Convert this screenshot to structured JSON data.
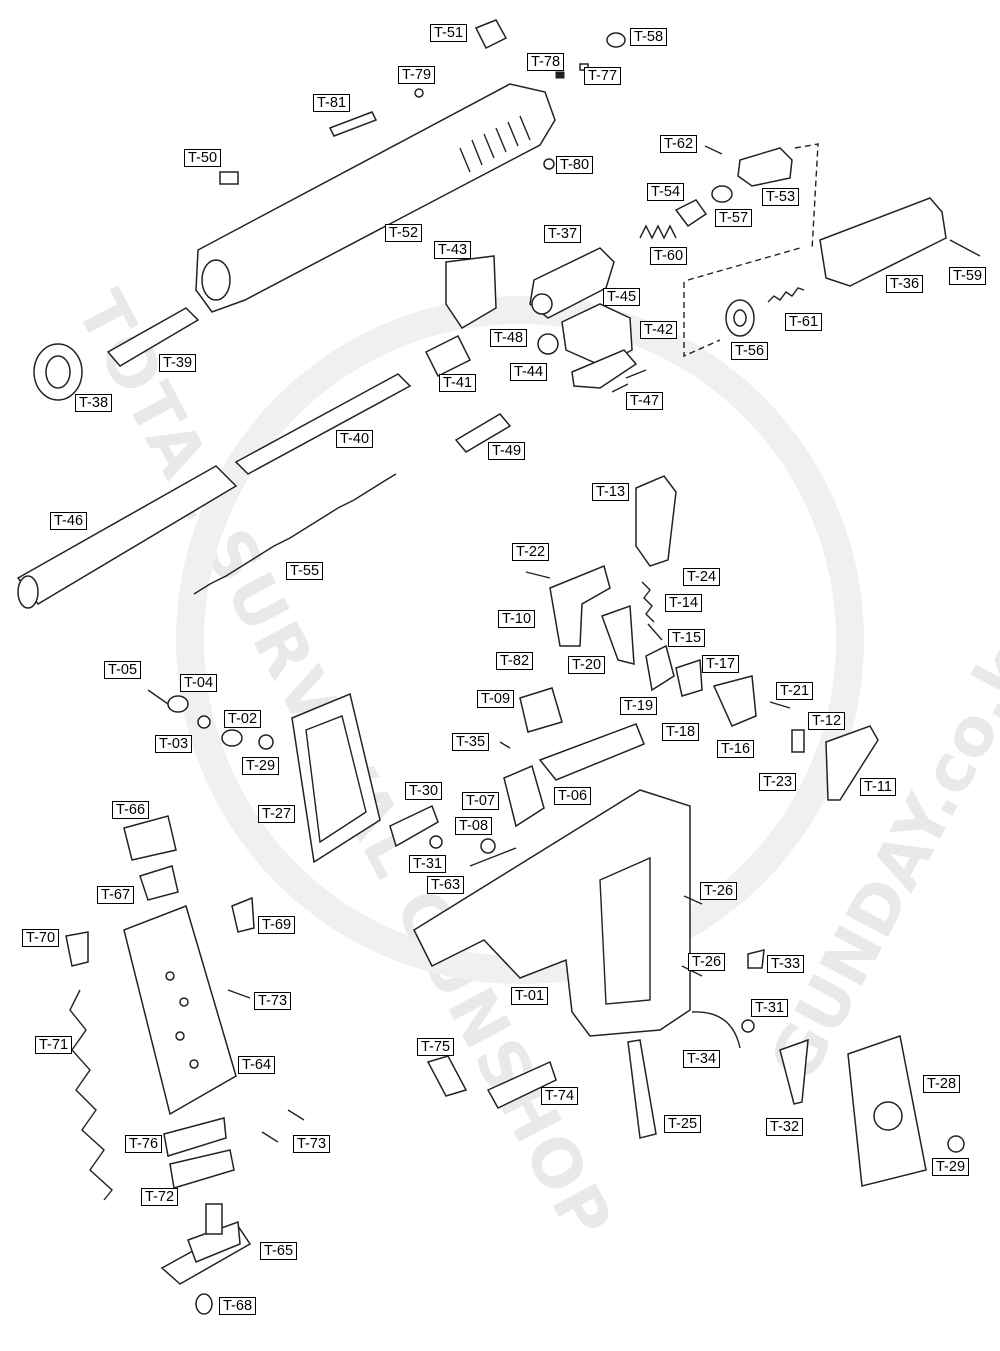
{
  "watermark": {
    "left_text": "TOTAL SURVIVAL GUNSHOP",
    "right_text": "GUNDAY.co.kr"
  },
  "parts": [
    {
      "id": "T-51",
      "label": "T-51"
    },
    {
      "id": "T-58",
      "label": "T-58"
    },
    {
      "id": "T-78",
      "label": "T-78"
    },
    {
      "id": "T-77",
      "label": "T-77"
    },
    {
      "id": "T-79",
      "label": "T-79"
    },
    {
      "id": "T-81",
      "label": "T-81"
    },
    {
      "id": "T-50",
      "label": "T-50"
    },
    {
      "id": "T-80",
      "label": "T-80"
    },
    {
      "id": "T-62",
      "label": "T-62"
    },
    {
      "id": "T-54",
      "label": "T-54"
    },
    {
      "id": "T-53",
      "label": "T-53"
    },
    {
      "id": "T-57",
      "label": "T-57"
    },
    {
      "id": "T-52",
      "label": "T-52"
    },
    {
      "id": "T-43",
      "label": "T-43"
    },
    {
      "id": "T-37",
      "label": "T-37"
    },
    {
      "id": "T-60",
      "label": "T-60"
    },
    {
      "id": "T-36",
      "label": "T-36"
    },
    {
      "id": "T-59",
      "label": "T-59"
    },
    {
      "id": "T-45",
      "label": "T-45"
    },
    {
      "id": "T-42",
      "label": "T-42"
    },
    {
      "id": "T-48",
      "label": "T-48"
    },
    {
      "id": "T-61",
      "label": "T-61"
    },
    {
      "id": "T-56",
      "label": "T-56"
    },
    {
      "id": "T-44",
      "label": "T-44"
    },
    {
      "id": "T-39",
      "label": "T-39"
    },
    {
      "id": "T-41",
      "label": "T-41"
    },
    {
      "id": "T-47",
      "label": "T-47"
    },
    {
      "id": "T-38",
      "label": "T-38"
    },
    {
      "id": "T-40",
      "label": "T-40"
    },
    {
      "id": "T-49",
      "label": "T-49"
    },
    {
      "id": "T-46",
      "label": "T-46"
    },
    {
      "id": "T-13",
      "label": "T-13"
    },
    {
      "id": "T-22",
      "label": "T-22"
    },
    {
      "id": "T-24",
      "label": "T-24"
    },
    {
      "id": "T-55",
      "label": "T-55"
    },
    {
      "id": "T-14",
      "label": "T-14"
    },
    {
      "id": "T-10",
      "label": "T-10"
    },
    {
      "id": "T-15",
      "label": "T-15"
    },
    {
      "id": "T-82",
      "label": "T-82"
    },
    {
      "id": "T-20",
      "label": "T-20"
    },
    {
      "id": "T-17",
      "label": "T-17"
    },
    {
      "id": "T-05",
      "label": "T-05"
    },
    {
      "id": "T-04",
      "label": "T-04"
    },
    {
      "id": "T-09",
      "label": "T-09"
    },
    {
      "id": "T-21",
      "label": "T-21"
    },
    {
      "id": "T-19",
      "label": "T-19"
    },
    {
      "id": "T-02",
      "label": "T-02"
    },
    {
      "id": "T-12",
      "label": "T-12"
    },
    {
      "id": "T-18",
      "label": "T-18"
    },
    {
      "id": "T-03",
      "label": "T-03"
    },
    {
      "id": "T-35",
      "label": "T-35"
    },
    {
      "id": "T-16",
      "label": "T-16"
    },
    {
      "id": "T-29a",
      "label": "T-29"
    },
    {
      "id": "T-23",
      "label": "T-23"
    },
    {
      "id": "T-11",
      "label": "T-11"
    },
    {
      "id": "T-30",
      "label": "T-30"
    },
    {
      "id": "T-06",
      "label": "T-06"
    },
    {
      "id": "T-07",
      "label": "T-07"
    },
    {
      "id": "T-66",
      "label": "T-66"
    },
    {
      "id": "T-27",
      "label": "T-27"
    },
    {
      "id": "T-08",
      "label": "T-08"
    },
    {
      "id": "T-31a",
      "label": "T-31"
    },
    {
      "id": "T-63",
      "label": "T-63"
    },
    {
      "id": "T-67",
      "label": "T-67"
    },
    {
      "id": "T-26a",
      "label": "T-26"
    },
    {
      "id": "T-69",
      "label": "T-69"
    },
    {
      "id": "T-70",
      "label": "T-70"
    },
    {
      "id": "T-26b",
      "label": "T-26"
    },
    {
      "id": "T-33",
      "label": "T-33"
    },
    {
      "id": "T-01",
      "label": "T-01"
    },
    {
      "id": "T-73a",
      "label": "T-73"
    },
    {
      "id": "T-31b",
      "label": "T-31"
    },
    {
      "id": "T-71",
      "label": "T-71"
    },
    {
      "id": "T-75",
      "label": "T-75"
    },
    {
      "id": "T-34",
      "label": "T-34"
    },
    {
      "id": "T-64",
      "label": "T-64"
    },
    {
      "id": "T-28",
      "label": "T-28"
    },
    {
      "id": "T-74",
      "label": "T-74"
    },
    {
      "id": "T-25",
      "label": "T-25"
    },
    {
      "id": "T-32",
      "label": "T-32"
    },
    {
      "id": "T-76",
      "label": "T-76"
    },
    {
      "id": "T-73b",
      "label": "T-73"
    },
    {
      "id": "T-29b",
      "label": "T-29"
    },
    {
      "id": "T-72",
      "label": "T-72"
    },
    {
      "id": "T-65",
      "label": "T-65"
    },
    {
      "id": "T-68",
      "label": "T-68"
    }
  ]
}
